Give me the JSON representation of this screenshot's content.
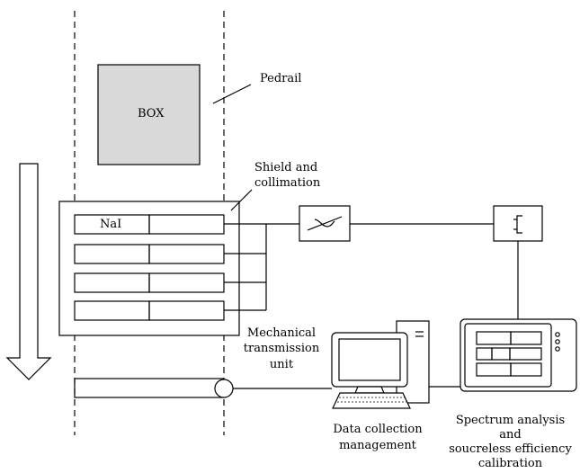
{
  "labels": {
    "box": "BOX",
    "pedrail": "Pedrail",
    "shield": [
      "Shield and",
      "collimation"
    ],
    "nai": "NaI",
    "mechanical": [
      "Mechanical",
      "transmission",
      "unit"
    ],
    "data_collection": [
      "Data collection",
      "management"
    ],
    "spectrum": [
      "Spectrum analysis",
      "and",
      "soucreless efficiency",
      "calibration"
    ]
  },
  "colors": {
    "line": "#000000",
    "box_fill": "#d9d9d9",
    "background": "#ffffff"
  }
}
